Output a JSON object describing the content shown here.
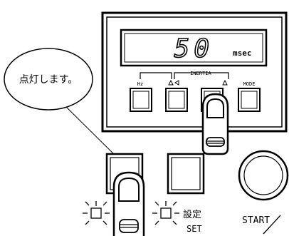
{
  "display": {
    "digits": "50",
    "unit": "msec"
  },
  "buttons": {
    "hz_label": "Hz",
    "inertia_label": "INERTIA",
    "mode_label": "MODE"
  },
  "callout": {
    "text": "点灯します。"
  },
  "lamp_labels": {
    "settei": "設定",
    "set": "SET",
    "start": "START"
  }
}
